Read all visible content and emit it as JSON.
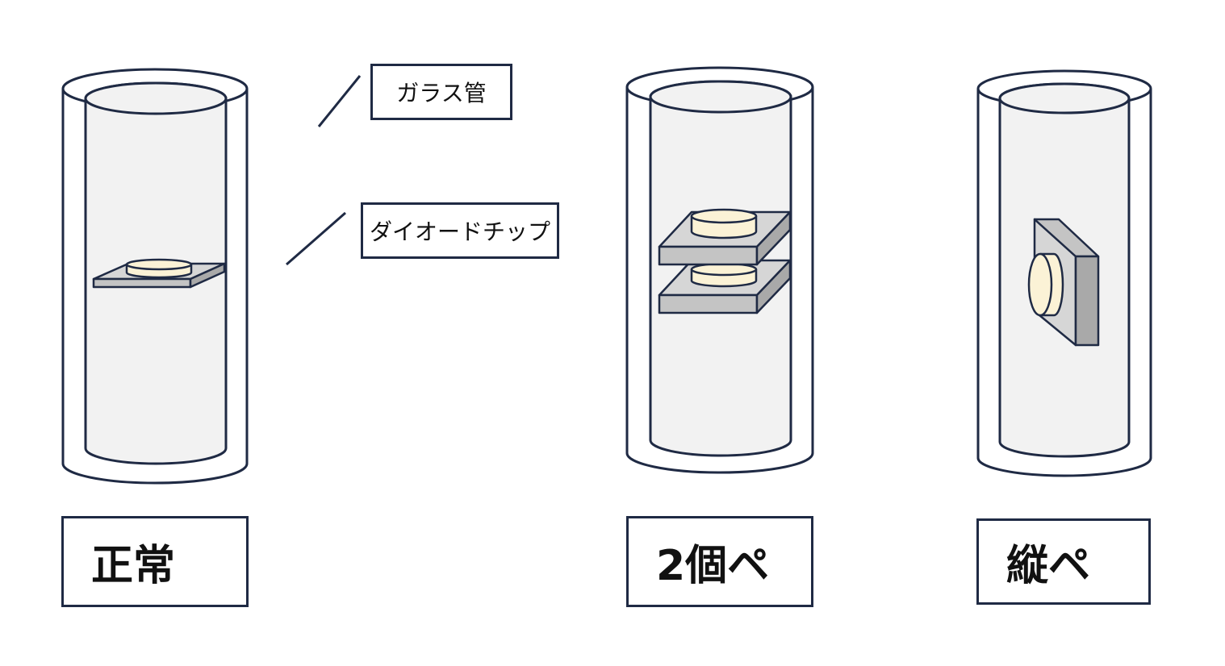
{
  "callouts": {
    "glass_tube": "ガラス管",
    "diode_chip": "ダイオードチップ"
  },
  "cases": [
    {
      "label": "正常"
    },
    {
      "label": "2個ペ"
    },
    {
      "label": "縦ペ"
    }
  ],
  "colors": {
    "outline": "#1f2a44",
    "tube_fill": "#f2f2f2",
    "chip_top": "#d6d6d6",
    "chip_side": "#b9b9b9",
    "pellet": "#fbf2d6"
  }
}
